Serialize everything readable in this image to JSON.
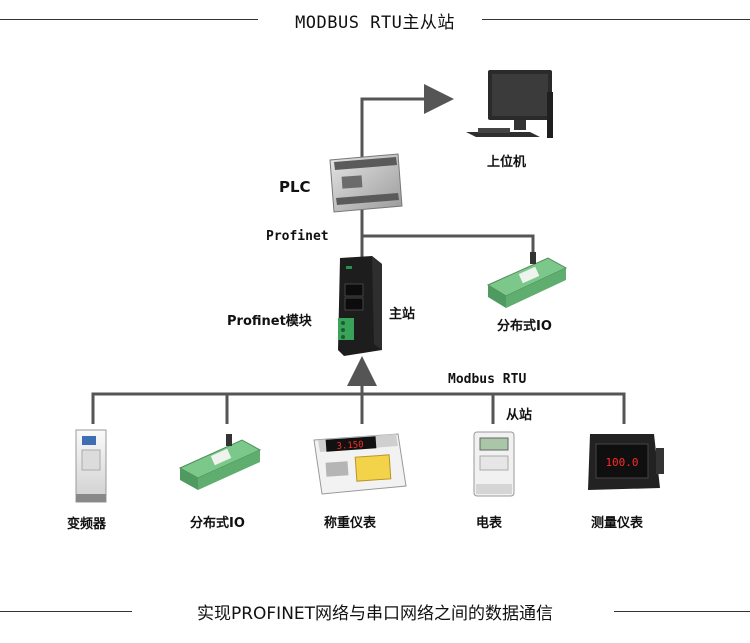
{
  "header": {
    "title": "MODBUS RTU主从站"
  },
  "footer": {
    "caption": "实现PROFINET网络与串口网络之间的数据通信"
  },
  "nodes": {
    "host": {
      "label": "上位机",
      "icon": "desktop-computer-icon"
    },
    "plc": {
      "label": "PLC",
      "icon": "plc-controller-icon"
    },
    "profinet_link": {
      "label": "Profinet"
    },
    "module": {
      "label": "Profinet模块",
      "icon": "gateway-module-icon"
    },
    "master": {
      "label": "主站"
    },
    "dio_top": {
      "label": "分布式IO",
      "icon": "terminal-block-icon"
    },
    "modbus_bus": {
      "label": "Modbus RTU"
    },
    "slave": {
      "label": "从站"
    },
    "vfd": {
      "label": "变频器",
      "icon": "inverter-icon"
    },
    "dio_bottom": {
      "label": "分布式IO",
      "icon": "terminal-block-icon"
    },
    "scale": {
      "label": "称重仪表",
      "icon": "weighing-indicator-icon"
    },
    "meter": {
      "label": "电表",
      "icon": "energy-meter-icon"
    },
    "panel": {
      "label": "测量仪表",
      "icon": "panel-meter-icon"
    }
  },
  "displays": {
    "scale_readout": "3.150",
    "panel_readout": "100.0"
  },
  "colors": {
    "line": "#555555",
    "module_green": "#3aa35a",
    "terminal_green": "#7cc88b",
    "screen_red": "#ff2a2a"
  }
}
